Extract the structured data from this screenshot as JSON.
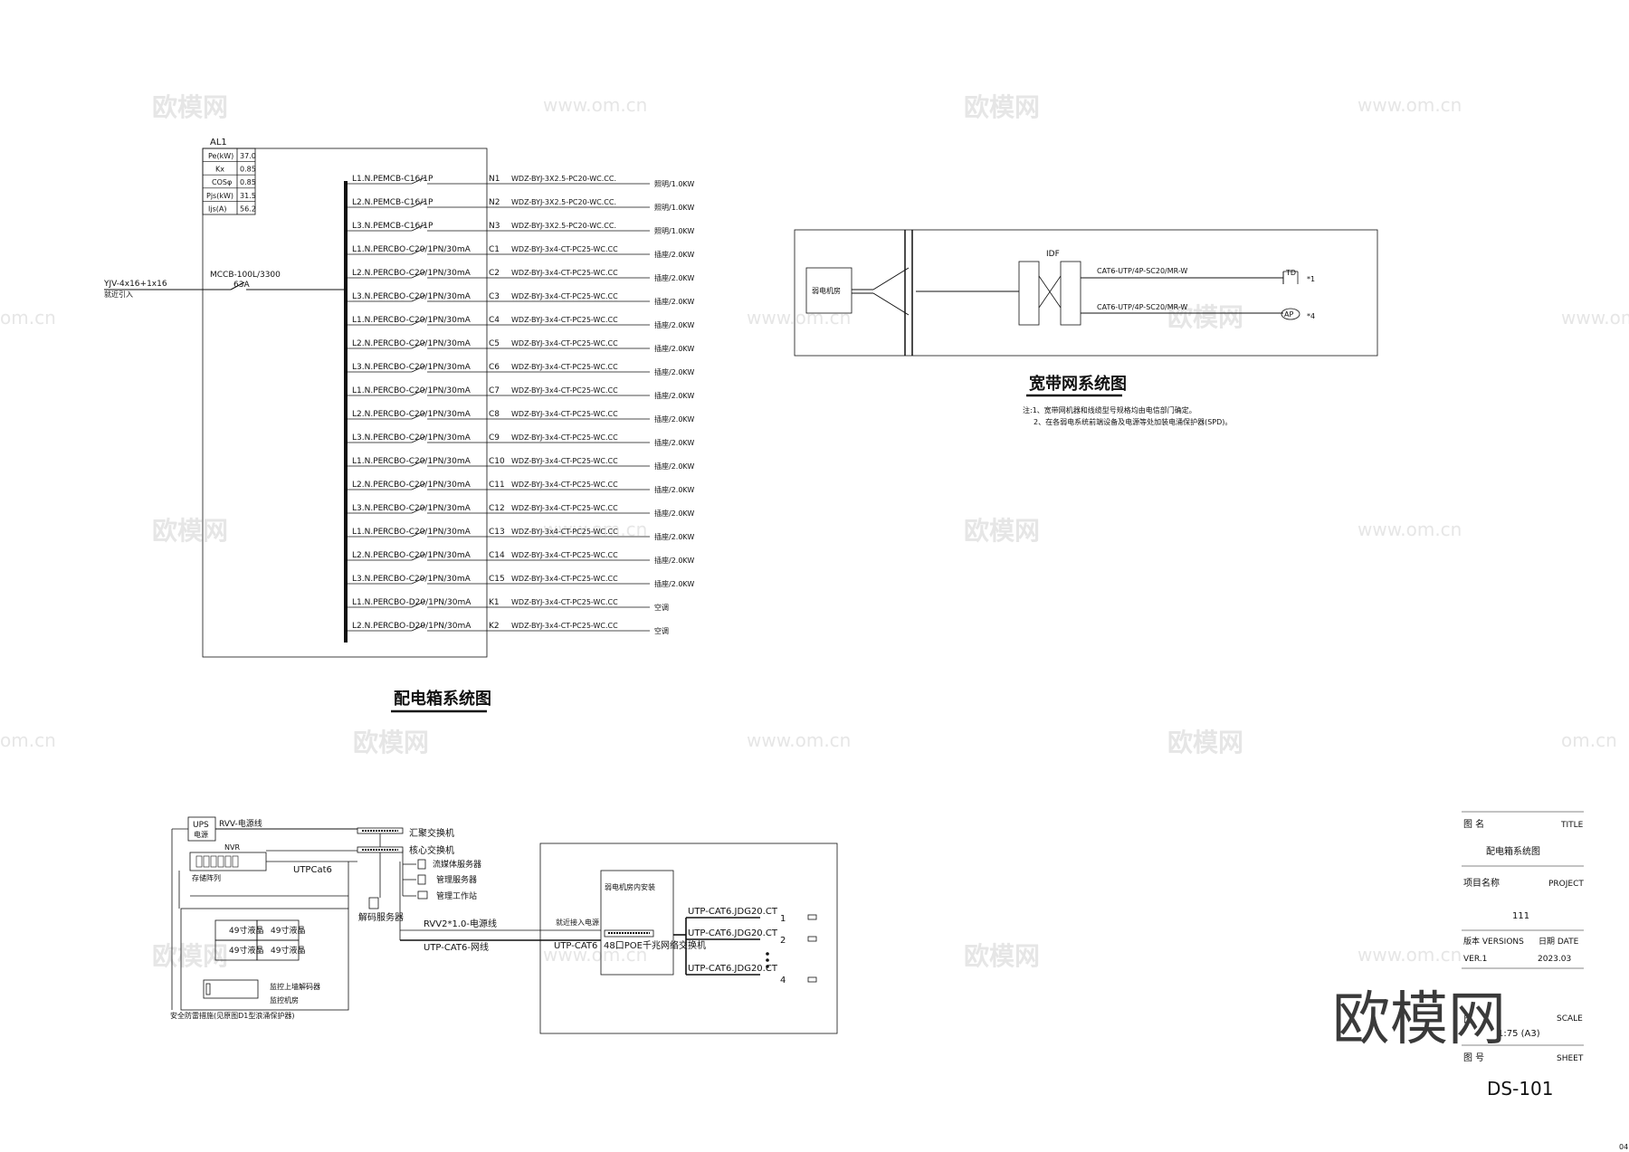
{
  "watermarks": {
    "logo": "欧模网",
    "url": "www.om.cn",
    "url_short": "om.cn",
    "url_cut": "om.cn",
    "url_edge": "www.om.cr"
  },
  "panel": {
    "name": "AL1",
    "params": [
      {
        "k": "Pe(kW)",
        "v": "37.0"
      },
      {
        "k": "Kx",
        "v": "0.85"
      },
      {
        "k": "COSφ",
        "v": "0.85"
      },
      {
        "k": "Pjs(kW)",
        "v": "31.5"
      },
      {
        "k": "Ijs(A)",
        "v": "56.2"
      }
    ],
    "incoming_cable": "YJV-4x16+1x16",
    "incoming_note": "就近引入",
    "main_breaker": "MCCB-100L/3300",
    "main_breaker_rating": "63A",
    "title": "配电箱系统图",
    "circuits": [
      {
        "phase": "L1.N.PE",
        "breaker": "MCB-C16/1P",
        "id": "N1",
        "cable": "WDZ-BYJ-3X2.5-PC20-WC.CC.",
        "load": "照明/1.0KW"
      },
      {
        "phase": "L2.N.PE",
        "breaker": "MCB-C16/1P",
        "id": "N2",
        "cable": "WDZ-BYJ-3X2.5-PC20-WC.CC.",
        "load": "照明/1.0KW"
      },
      {
        "phase": "L3.N.PE",
        "breaker": "MCB-C16/1P",
        "id": "N3",
        "cable": "WDZ-BYJ-3X2.5-PC20-WC.CC.",
        "load": "照明/1.0KW"
      },
      {
        "phase": "L1.N.PE",
        "breaker": "RCBO-C20/1PN/30mA",
        "id": "C1",
        "cable": "WDZ-BYJ-3x4-CT-PC25-WC.CC",
        "load": "插座/2.0KW"
      },
      {
        "phase": "L2.N.PE",
        "breaker": "RCBO-C20/1PN/30mA",
        "id": "C2",
        "cable": "WDZ-BYJ-3x4-CT-PC25-WC.CC",
        "load": "插座/2.0KW"
      },
      {
        "phase": "L3.N.PE",
        "breaker": "RCBO-C20/1PN/30mA",
        "id": "C3",
        "cable": "WDZ-BYJ-3x4-CT-PC25-WC.CC",
        "load": "插座/2.0KW"
      },
      {
        "phase": "L1.N.PE",
        "breaker": "RCBO-C20/1PN/30mA",
        "id": "C4",
        "cable": "WDZ-BYJ-3x4-CT-PC25-WC.CC",
        "load": "插座/2.0KW"
      },
      {
        "phase": "L2.N.PE",
        "breaker": "RCBO-C20/1PN/30mA",
        "id": "C5",
        "cable": "WDZ-BYJ-3x4-CT-PC25-WC.CC",
        "load": "插座/2.0KW"
      },
      {
        "phase": "L3.N.PE",
        "breaker": "RCBO-C20/1PN/30mA",
        "id": "C6",
        "cable": "WDZ-BYJ-3x4-CT-PC25-WC.CC",
        "load": "插座/2.0KW"
      },
      {
        "phase": "L1.N.PE",
        "breaker": "RCBO-C20/1PN/30mA",
        "id": "C7",
        "cable": "WDZ-BYJ-3x4-CT-PC25-WC.CC",
        "load": "插座/2.0KW"
      },
      {
        "phase": "L2.N.PE",
        "breaker": "RCBO-C20/1PN/30mA",
        "id": "C8",
        "cable": "WDZ-BYJ-3x4-CT-PC25-WC.CC",
        "load": "插座/2.0KW"
      },
      {
        "phase": "L3.N.PE",
        "breaker": "RCBO-C20/1PN/30mA",
        "id": "C9",
        "cable": "WDZ-BYJ-3x4-CT-PC25-WC.CC",
        "load": "插座/2.0KW"
      },
      {
        "phase": "L1.N.PE",
        "breaker": "RCBO-C20/1PN/30mA",
        "id": "C10",
        "cable": "WDZ-BYJ-3x4-CT-PC25-WC.CC",
        "load": "插座/2.0KW"
      },
      {
        "phase": "L2.N.PE",
        "breaker": "RCBO-C20/1PN/30mA",
        "id": "C11",
        "cable": "WDZ-BYJ-3x4-CT-PC25-WC.CC",
        "load": "插座/2.0KW"
      },
      {
        "phase": "L3.N.PE",
        "breaker": "RCBO-C20/1PN/30mA",
        "id": "C12",
        "cable": "WDZ-BYJ-3x4-CT-PC25-WC.CC",
        "load": "插座/2.0KW"
      },
      {
        "phase": "L1.N.PE",
        "breaker": "RCBO-C20/1PN/30mA",
        "id": "C13",
        "cable": "WDZ-BYJ-3x4-CT-PC25-WC.CC",
        "load": "插座/2.0KW"
      },
      {
        "phase": "L2.N.PE",
        "breaker": "RCBO-C20/1PN/30mA",
        "id": "C14",
        "cable": "WDZ-BYJ-3x4-CT-PC25-WC.CC",
        "load": "插座/2.0KW"
      },
      {
        "phase": "L3.N.PE",
        "breaker": "RCBO-C20/1PN/30mA",
        "id": "C15",
        "cable": "WDZ-BYJ-3x4-CT-PC25-WC.CC",
        "load": "插座/2.0KW"
      },
      {
        "phase": "L1.N.PE",
        "breaker": "RCBO-D20/1PN/30mA",
        "id": "K1",
        "cable": "WDZ-BYJ-3x4-CT-PC25-WC.CC",
        "load": "空调"
      },
      {
        "phase": "L2.N.PE",
        "breaker": "RCBO-D20/1PN/30mA",
        "id": "K2",
        "cable": "WDZ-BYJ-3x4-CT-PC25-WC.CC",
        "load": "空调"
      }
    ]
  },
  "broadband": {
    "title": "宽带网系统图",
    "weak_room": "弱电机房",
    "idf": "IDF",
    "line1_cable": "CAT6-UTP/4P-SC20/MR-W",
    "line2_cable": "CAT6-UTP/4P-SC20/MR-W",
    "outlet1_symbol": "TD",
    "outlet1_tag": "*1",
    "outlet2_symbol": "AP",
    "outlet2_tag": "*4",
    "notes": [
      "注:1、宽带网机器和线缆型号规格均由电信部门确定。",
      "2、在各弱电系统前端设备及电源等处加装电涌保护器(SPD)。"
    ]
  },
  "surveillance": {
    "ups": "UPS",
    "ups_sub": "电源",
    "rvv": "RVV-电源线",
    "nvr": "NVR",
    "storage": "存储阵列",
    "utp_label": "UTPCat6",
    "agg_switch": "汇聚交换机",
    "core_switch": "核心交换机",
    "streaming_server": "流媒体服务器",
    "mgmt_server": "管理服务器",
    "workstation": "管理工作站",
    "decoder": "解码服务器",
    "monitor1": "49寸液晶",
    "monitor2": "49寸液晶",
    "monitor3": "49寸液晶",
    "monitor4": "49寸液晶",
    "keyboard": "监控上墙解码器",
    "keyboard2": "监控机房",
    "spd_note": "安全防雷措施(见原图D1型浪涌保护器)",
    "rvv2": "RVV2*1.0-电源线",
    "utp_cat6_net": "UTP-CAT6-网线",
    "access_label": "就近接入电源",
    "utp_cat6": "UTP-CAT6",
    "room_title": "弱电机房内安装",
    "poe_switch": "48口POE千兆网络交换机",
    "cam_lines": [
      {
        "cable": "UTP-CAT6.JDG20.CT",
        "num": "1"
      },
      {
        "cable": "UTP-CAT6.JDG20.CT",
        "num": "2"
      },
      {
        "cable": "UTP-CAT6.JDG20.CT",
        "num": "4"
      }
    ]
  },
  "title_block": {
    "name_cn": "图   名",
    "name_en": "TITLE",
    "name_value": "配电箱系统图",
    "proj_cn": "项目名称",
    "proj_en": "PROJECT",
    "proj_value": "111",
    "ver_cn": "版本 VERSIONS",
    "date_cn": "日期 DATE",
    "ver_value": "VER.1",
    "date_value": "2023.03",
    "scale_cn": "比",
    "scale_en": "SCALE",
    "scale_value": "1:75 (A3)",
    "sheet_cn": "图   号",
    "sheet_en": "SHEET",
    "sheet_value": "DS-101",
    "corner": "04"
  }
}
